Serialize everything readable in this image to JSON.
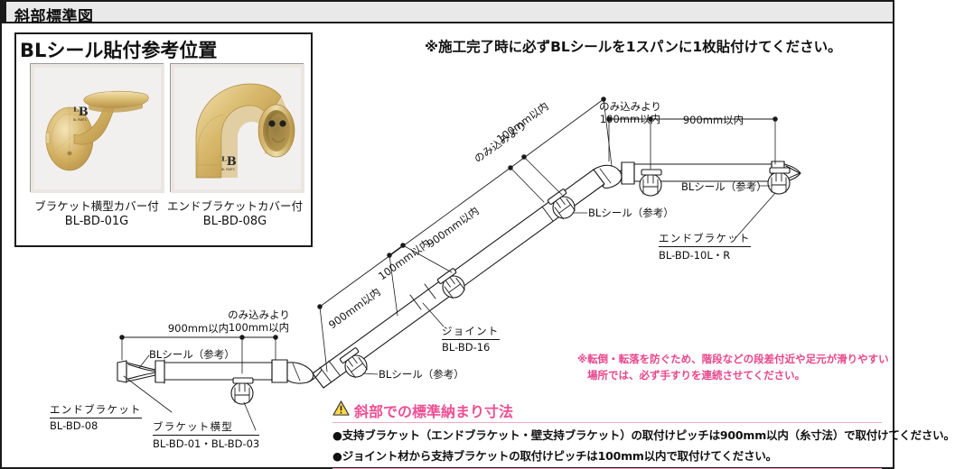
{
  "header": {
    "title": "斜部標準図"
  },
  "left_panel": {
    "heading": "BLシール貼付参考位置",
    "products": [
      {
        "name": "ブラケット横型カバー付",
        "code": "BL-BD-01G",
        "image": "bracket-side-cover-photo"
      },
      {
        "name": "エンドブラケットカバー付",
        "code": "BL-BD-08G",
        "image": "end-bracket-cover-photo"
      }
    ]
  },
  "top_note": "※施工完了時に必ずBLシールを1スパンに1枚貼付けてください。",
  "diagram": {
    "dimensions": {
      "span_900": "900mm以内",
      "nomikomi": "のみ込みより",
      "span_100": "100mm以内"
    },
    "labels": {
      "bl_seal": "BLシール（参考）",
      "joint_name": "ジョイント",
      "joint_code": "BL-BD-16",
      "end_bracket_left_name": "エンドブラケット",
      "end_bracket_left_code": "BL-BD-08",
      "bracket_side_name": "ブラケット横型",
      "bracket_side_code": "BL-BD-01・BL-BD-03",
      "end_bracket_right_name": "エンドブラケット",
      "end_bracket_right_code": "BL-BD-10L・R"
    }
  },
  "caution_note": {
    "line1": "※転倒・転落を防ぐため、階段などの段差付近や足元が滑りやすい",
    "line2": "場所では、必ず手すりを連続させてください。"
  },
  "spec": {
    "icon": "warning-triangle-icon",
    "title": "斜部での標準納まり寸法",
    "bullets": [
      "●支持ブラケット（エンドブラケット・壁支持ブラケット）の取付けピッチは900mm以内（糸寸法）で取付けてください。",
      "●ジョイント材から支持ブラケットの取付けピッチは100mm以内で取付けてください。"
    ]
  },
  "colors": {
    "pink": "#ee4f94",
    "pink_rule": "#f3a8c8",
    "header_bg": "#e9e9e9",
    "line": "#1a1a1a",
    "gold_light": "#e8cf8e",
    "gold_mid": "#c9a martin"
  }
}
